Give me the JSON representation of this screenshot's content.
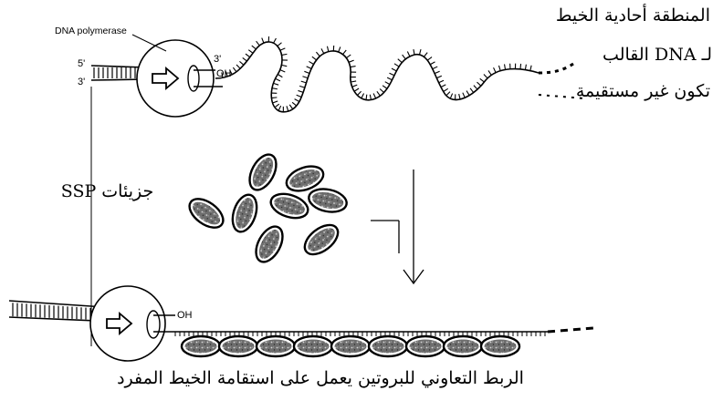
{
  "labels": {
    "polymerase": "DNA polymerase",
    "end5": "5'",
    "end3_left": "3'",
    "end3_top": "3'",
    "oh_top": "OH",
    "oh_bottom": "OH",
    "ssp_label": "جزيئات SSP",
    "region_line1": "المنطقة أحادية الخيط",
    "region_line2": "لـ DNA القالب",
    "region_line3": "تكون غير مستقيمة",
    "caption": "الربط التعاوني للبروتين يعمل على استقامة الخيط المفرد"
  },
  "colors": {
    "ink": "#000000",
    "paper": "#ffffff",
    "protein_fill": "#8a8a8a"
  },
  "counts": {
    "free_ssp_molecules": 8,
    "bound_ssp_molecules": 9
  }
}
